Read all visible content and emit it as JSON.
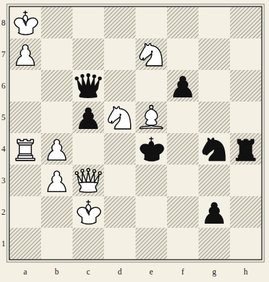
{
  "diagram": {
    "labels": [
      "8",
      "7",
      "6",
      "5",
      "4",
      "3",
      "2",
      "1",
      "a",
      "b",
      "c",
      "d",
      "e",
      "f",
      "g",
      "h"
    ]
  }
}
